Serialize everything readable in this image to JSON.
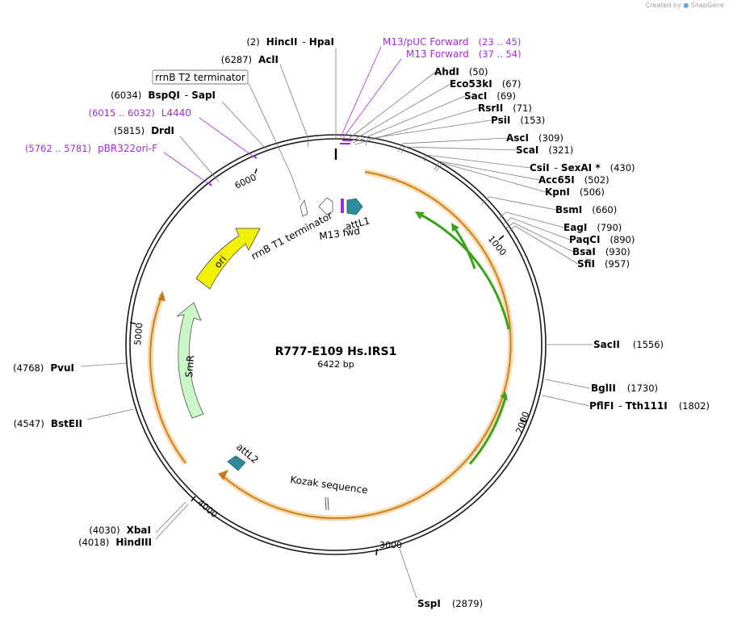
{
  "credit": {
    "prefix": "Created by",
    "brand": "SnapGene"
  },
  "plasmid": {
    "name": "R777-E109 Hs.IRS1",
    "size": "6422 bp",
    "length": 6422
  },
  "ticks": [
    "1000",
    "2000",
    "3000",
    "4000",
    "5000",
    "6000"
  ],
  "enzymes": [
    {
      "pos": "(2)",
      "name": "HincII",
      "name2": "HpaI"
    },
    {
      "pos": "(6287)",
      "name": "AclI"
    },
    {
      "pos": "(6034)",
      "name": "BspQI",
      "name2": "SapI"
    },
    {
      "pos": "(5815)",
      "name": "DrdI"
    },
    {
      "pos": "(50)",
      "name": "AhdI"
    },
    {
      "pos": "(67)",
      "name": "Eco53kI"
    },
    {
      "pos": "(69)",
      "name": "SacI"
    },
    {
      "pos": "(71)",
      "name": "RsrII"
    },
    {
      "pos": "(153)",
      "name": "PsiI"
    },
    {
      "pos": "(309)",
      "name": "AscI"
    },
    {
      "pos": "(321)",
      "name": "ScaI"
    },
    {
      "pos": "(430)",
      "name": "CsiI",
      "name2": "SexAI *"
    },
    {
      "pos": "(502)",
      "name": "Acc65I"
    },
    {
      "pos": "(506)",
      "name": "KpnI"
    },
    {
      "pos": "(660)",
      "name": "BsmI"
    },
    {
      "pos": "(790)",
      "name": "EagI"
    },
    {
      "pos": "(890)",
      "name": "PaqCI"
    },
    {
      "pos": "(930)",
      "name": "BsaI"
    },
    {
      "pos": "(957)",
      "name": "SfiI"
    },
    {
      "pos": "(1556)",
      "name": "SacII"
    },
    {
      "pos": "(1730)",
      "name": "BglII"
    },
    {
      "pos": "(1802)",
      "name": "PflFI",
      "name2": "Tth111I"
    },
    {
      "pos": "(2879)",
      "name": "SspI"
    },
    {
      "pos": "(4030)",
      "name": "XbaI"
    },
    {
      "pos": "(4018)",
      "name": "HindIII"
    },
    {
      "pos": "(4547)",
      "name": "BstEII"
    },
    {
      "pos": "(4768)",
      "name": "PvuI"
    }
  ],
  "primers": [
    {
      "name": "M13/pUC Forward",
      "range": "(23 .. 45)"
    },
    {
      "name": "M13 Forward",
      "range": "(37 .. 54)"
    },
    {
      "name": "L4440",
      "range": "(6015 .. 6032)"
    },
    {
      "name": "pBR322ori-F",
      "range": "(5762 .. 5781)"
    }
  ],
  "features": {
    "rrnB_T2": "rrnB T2 terminator",
    "rrnB_T1": "rrnB T1 terminator",
    "attL1": "attL1",
    "m13fwd": "M13 fwd",
    "ori": "ori",
    "smr": "SmR",
    "attL2": "attL2",
    "kozak": "Kozak sequence"
  },
  "colors": {
    "backbone": "#1a1a1a",
    "orf": "#e8a23a",
    "orf_glow": "#f6d9a6",
    "green": "#3aa317",
    "ori": "#f2f200",
    "smr": "#c9f7c6",
    "att": "#2f8a9b",
    "primer": "#a32bd6",
    "line": "#7a7a7a"
  }
}
